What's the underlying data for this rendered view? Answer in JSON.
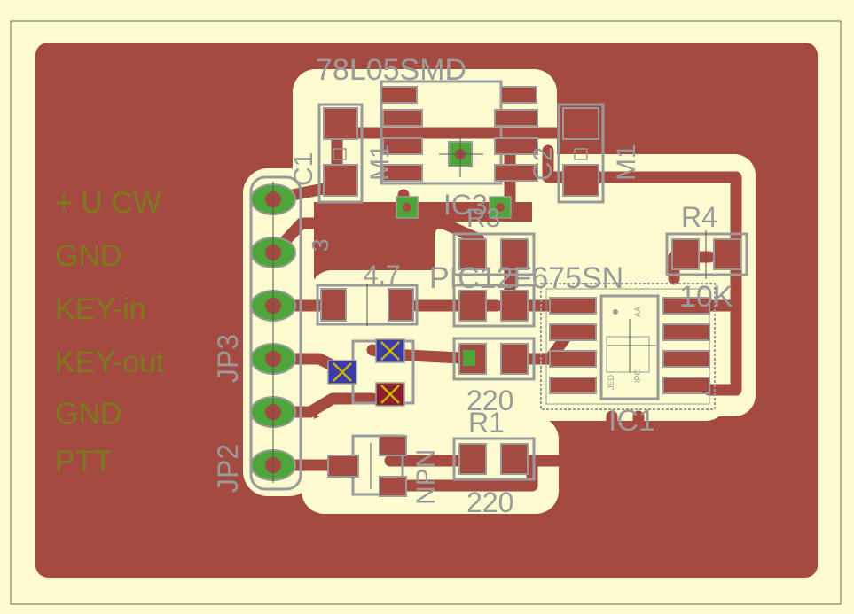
{
  "colors": {
    "background": "#fcfbcf",
    "copper": "#a54a41",
    "clearance": "#fcfbcf",
    "silk": "#9a9a9a",
    "pad_green": "#4ea63b",
    "via_blue": "#3c3ca8",
    "via_red": "#8a1f2a",
    "label_olive": "#7b7b1e"
  },
  "connector_labels": [
    "+ U CW",
    "GND",
    "KEY-in",
    "KEY-out",
    "GND",
    "PTT"
  ],
  "components": {
    "regulator_value": "78L05SMD",
    "regulator_name": "IC3",
    "mcu_value": "PIC12F675SN",
    "mcu_name": "IC1",
    "c1": "C1",
    "c2": "C2",
    "m1_left": "M1",
    "m1_right": "M1",
    "r4_name": "R4",
    "r4_value": "10K",
    "r3_name": "R3",
    "r2_value": "220",
    "r1_name": "R1",
    "r1_value": "220",
    "header_jp3": "JP3",
    "header_jp2": "JP2",
    "pin_num": "3",
    "cap_value": "4,7",
    "npn_label": "NPN",
    "ic_small_text": "JED",
    "ic_small_text2": "AA",
    "ic_small_text3": "IPC"
  }
}
